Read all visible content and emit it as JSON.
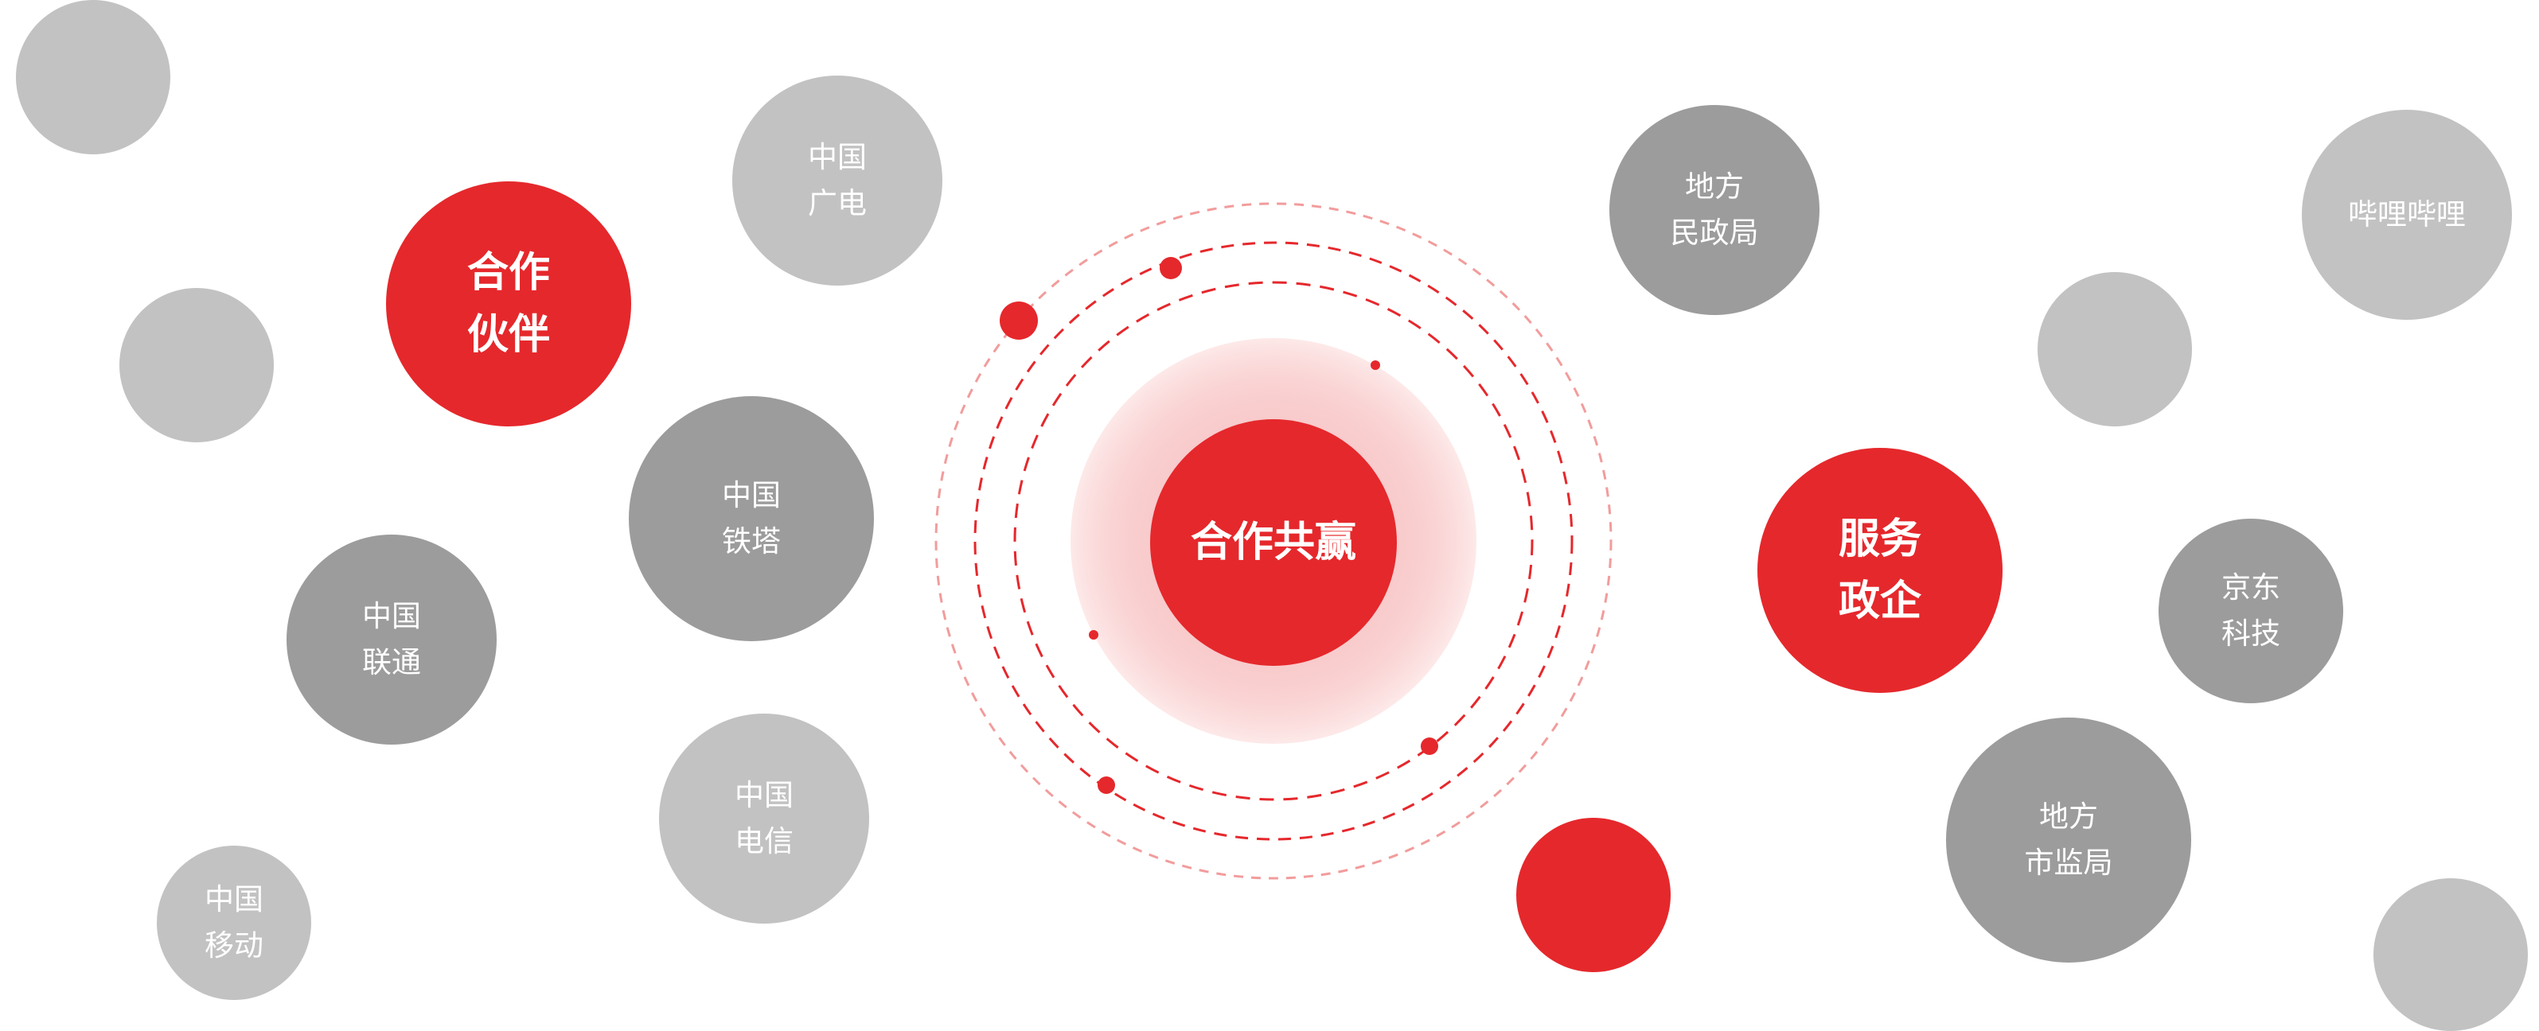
{
  "center": {
    "label": "合作共赢"
  },
  "groups": {
    "partners": {
      "label_lines": [
        "合作",
        "伙伴"
      ],
      "members": [
        {
          "lines": [
            "中国",
            "广电"
          ]
        },
        {
          "lines": [
            "中国",
            "铁塔"
          ]
        },
        {
          "lines": [
            "中国",
            "联通"
          ]
        },
        {
          "lines": [
            "中国",
            "电信"
          ]
        },
        {
          "lines": [
            "中国",
            "移动"
          ]
        }
      ]
    },
    "government": {
      "label_lines": [
        "服务",
        "政企"
      ],
      "members": [
        {
          "lines": [
            "地方",
            "民政局"
          ]
        },
        {
          "lines": [
            "哔哩哔哩"
          ]
        },
        {
          "lines": [
            "京东",
            "科技"
          ]
        },
        {
          "lines": [
            "地方",
            "市监局"
          ]
        }
      ]
    }
  },
  "colors": {
    "accent": "#e5282c",
    "light_gray": "#c2c2c2",
    "dark_gray": "#9c9c9c",
    "text": "#ffffff"
  }
}
